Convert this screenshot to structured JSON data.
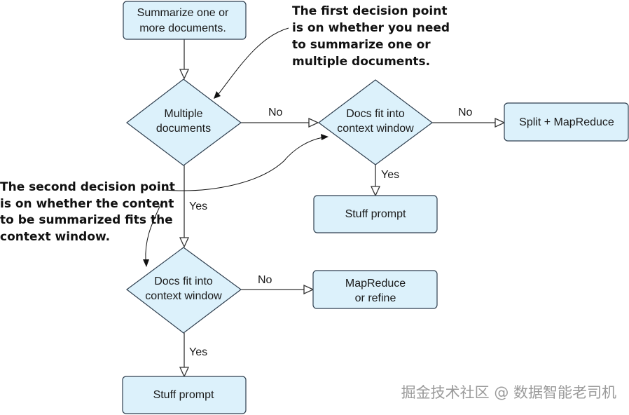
{
  "colors": {
    "box_fill": "#dcf1fb",
    "box_stroke": "#2f3f4f",
    "line": "#333333",
    "text": "#1a1a1a",
    "watermark": "#9a9a9a"
  },
  "nodes": {
    "start": {
      "line1": "Summarize one or",
      "line2": "more documents."
    },
    "multiple_docs": {
      "line1": "Multiple",
      "line2": "documents"
    },
    "docs_fit_top": {
      "line1": "Docs fit into",
      "line2": "context window"
    },
    "split_mapreduce": {
      "line1": "Split + MapReduce"
    },
    "stuff_prompt_top": {
      "line1": "Stuff prompt"
    },
    "docs_fit_bottom": {
      "line1": "Docs fit into",
      "line2": "context window"
    },
    "mapreduce_refine": {
      "line1": "MapReduce",
      "line2": "or refine"
    },
    "stuff_prompt_bottom": {
      "line1": "Stuff prompt"
    }
  },
  "edges": {
    "multiple_no": "No",
    "top_fit_no": "No",
    "top_fit_yes": "Yes",
    "multiple_yes": "Yes",
    "bottom_fit_no": "No",
    "bottom_fit_yes": "Yes"
  },
  "annotations": {
    "first": [
      "The first decision point",
      "is on whether you need",
      "to summarize one or",
      "multiple documents."
    ],
    "second": [
      "The second decision point",
      "is on whether the content",
      "to be summarized fits the",
      "context window."
    ]
  },
  "watermark": "掘金技术社区 @ 数据智能老司机"
}
